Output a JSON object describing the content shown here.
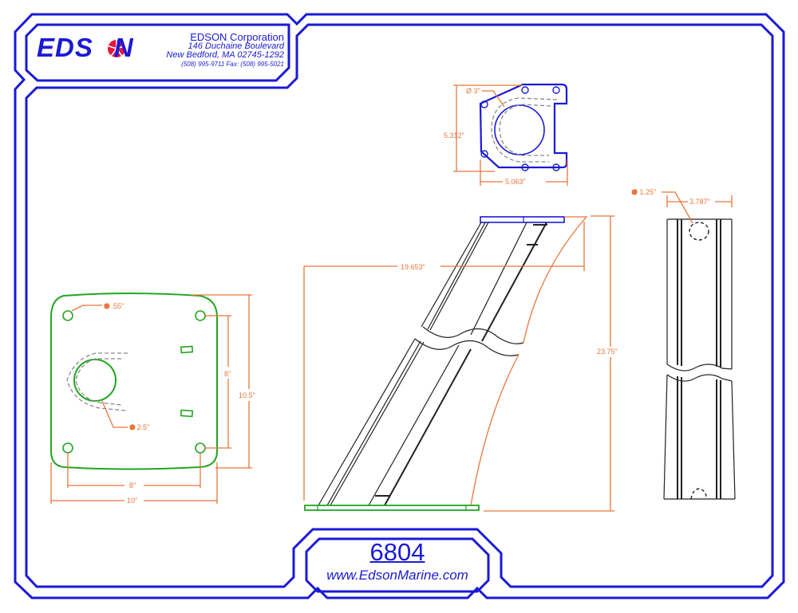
{
  "title_block": {
    "logo_text_left": "EDS",
    "logo_text_right": "N",
    "logo_flower_color": "#e8143c",
    "company_name": "EDSON Corporation",
    "address_line1": "146 Duchaine Boulevard",
    "address_line2": "New Bedford, MA  02745-1292",
    "phone_fax": "(508) 995-9711  Fax: (508) 995-5021"
  },
  "footer": {
    "part_number": "6804",
    "website": "www.EdsonMarine.com"
  },
  "colors": {
    "frame": "#1a1ad6",
    "dimension": "#e8763a",
    "base_plate": "#22a522",
    "top_plate": "#1a1ad6",
    "outline": "#222222"
  },
  "views": {
    "top_plate": {
      "hole_diameter": "Ø 3\"",
      "height": "5.312\"",
      "width": "5.063\""
    },
    "base_plate": {
      "hole_diameter": "Ø .55\"",
      "center_hole_diameter": "Ø 2.5\"",
      "hole_spacing_vertical": "8\"",
      "overall_height": "10.5\"",
      "hole_spacing_horizontal": "8\"",
      "overall_width": "10\""
    },
    "side_view": {
      "horizontal_offset": "19.653\"",
      "overall_height": "23.75\""
    },
    "front_view": {
      "hole_diameter": "Ø 1.25\"",
      "width": "3.787\""
    }
  }
}
